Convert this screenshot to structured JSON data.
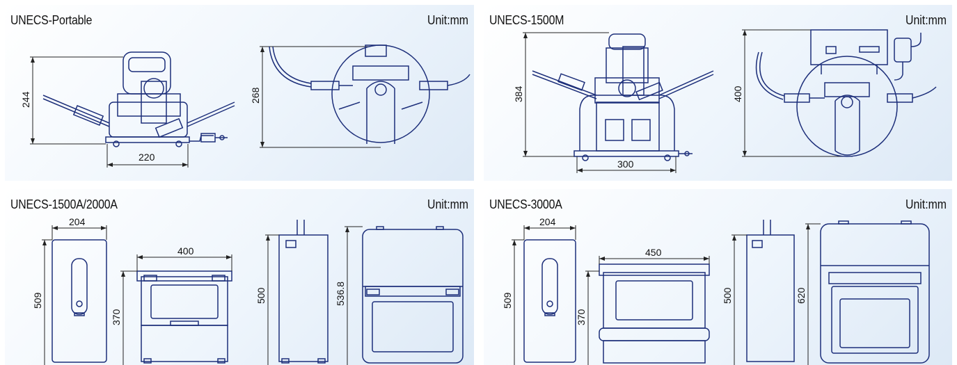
{
  "panels": [
    {
      "title": "UNECS-Portable",
      "unit": "Unit:mm",
      "dims": {
        "height": "244",
        "width": "220",
        "side_height": "268"
      }
    },
    {
      "title": "UNECS-1500M",
      "unit": "Unit:mm",
      "dims": {
        "height": "384",
        "width": "300",
        "side_height": "400"
      }
    },
    {
      "title": "UNECS-1500A/2000A",
      "unit": "Unit:mm",
      "dims": {
        "depth": "204",
        "height": "509",
        "width": "400",
        "front_height": "370",
        "side_height": "500",
        "open_height": "536.8"
      }
    },
    {
      "title": "UNECS-3000A",
      "unit": "Unit:mm",
      "dims": {
        "depth": "204",
        "height": "509",
        "width": "450",
        "front_height": "370",
        "side_height": "500",
        "open_height": "620"
      }
    }
  ],
  "colors": {
    "line": "#1d2f7a",
    "dim": "#222222",
    "accent": "#1e3fa8",
    "bg_light": "#ffffff",
    "bg_dark": "#dde9f6"
  }
}
